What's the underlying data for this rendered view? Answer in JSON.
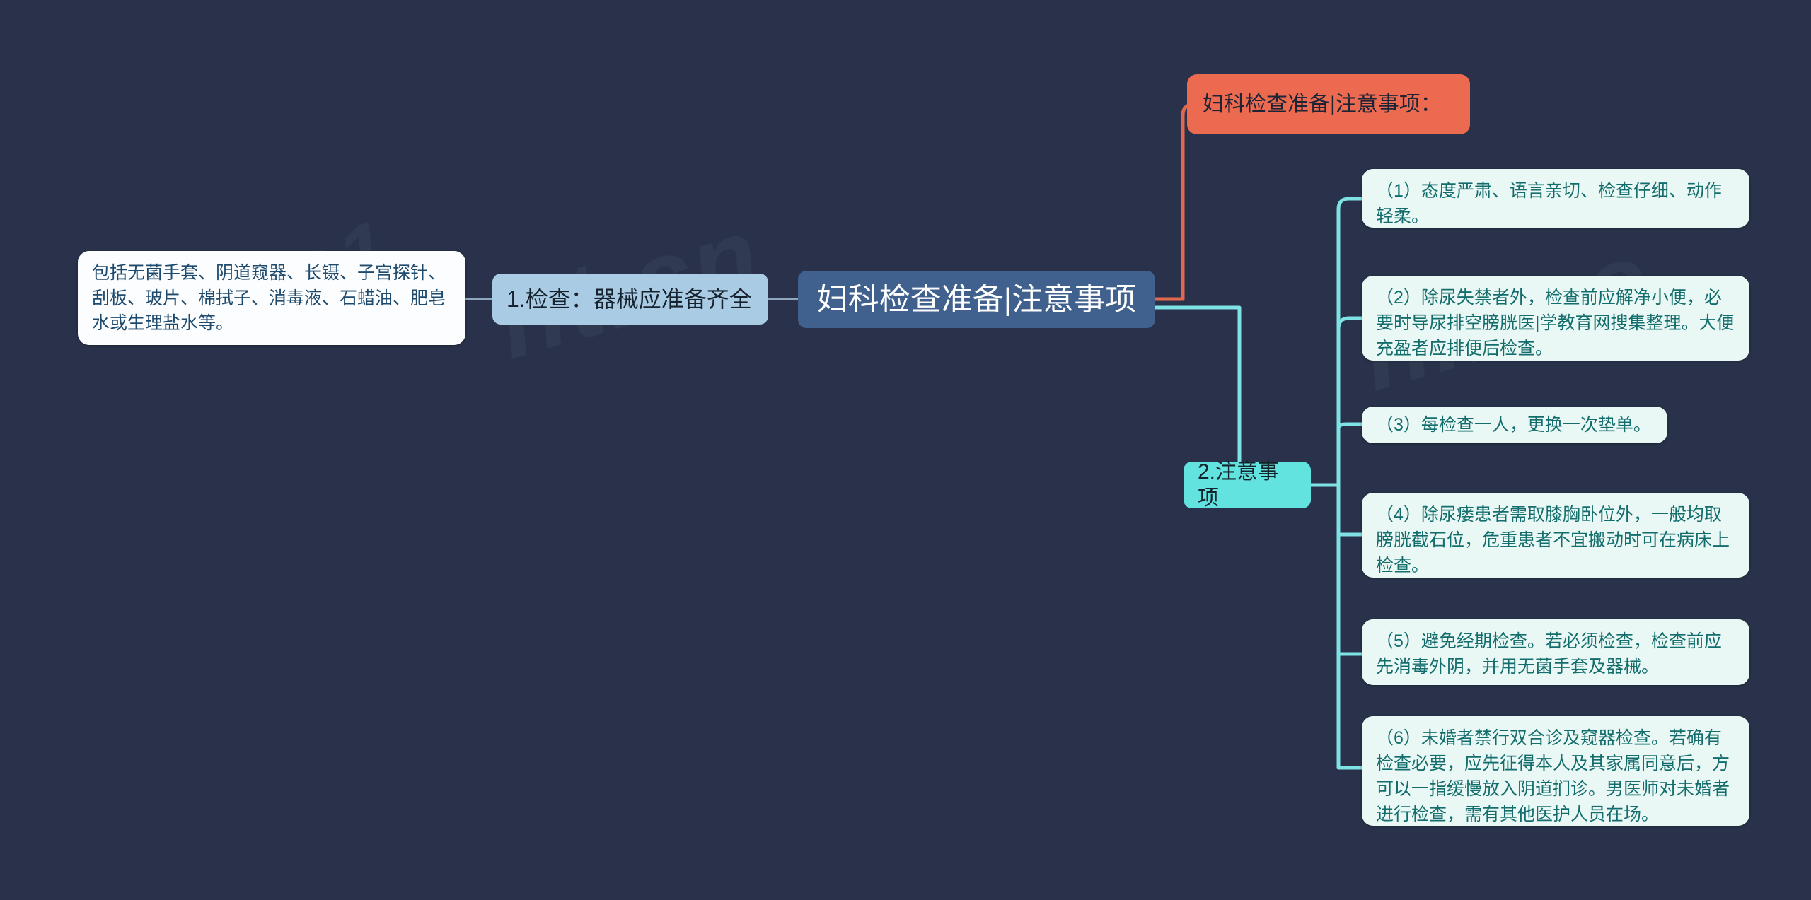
{
  "palette": {
    "background": "#29324a",
    "root_fill": "#40618d",
    "root_text": "#ffffff",
    "callout_fill": "#ec6a4f",
    "callout_text": "#1d2436",
    "branch_blue_fill": "#a9cce4",
    "branch_cyan_fill": "#62e3e0",
    "leaf_blue_fill": "#fbfdff",
    "leaf_blue_text": "#1e4a6d",
    "leaf_mint_fill": "#e9f8f4",
    "leaf_mint_text": "#146d6d",
    "connector_orange": "#e2684d",
    "connector_cyan": "#7fe3e6",
    "connector_blue": "#8fa8bf"
  },
  "root": {
    "label": "妇科检查准备|注意事项"
  },
  "callout": {
    "label": "妇科检查准备|注意事项："
  },
  "branches": {
    "left": {
      "label": "1.检查：器械应准备齐全",
      "detail": "包括无菌手套、阴道窥器、长镊、子宫探针、刮板、玻片、棉拭子、消毒液、石蜡油、肥皂水或生理盐水等。"
    },
    "right": {
      "label": "2.注意事项",
      "items": [
        "（1）态度严肃、语言亲切、检查仔细、动作轻柔。",
        "（2）除尿失禁者外，检查前应解净小便，必要时导尿排空膀胱医|学教育网搜集整理。大便充盈者应排便后检查。",
        "（3）每检查一人，更换一次垫单。",
        "（4）除尿瘘患者需取膝胸卧位外，一般均取膀胱截石位，危重患者不宜搬动时可在病床上检查。",
        "（5）避免经期检查。若必须检查，检查前应先消毒外阴，并用无菌手套及器械。",
        "（6）未婚者禁行双合诊及窥器检查。若确有检查必要，应先征得本人及其家属同意后，方可以一指缓慢放入阴道扪诊。男医师对未婚者进行检查，需有其他医护人员在场。"
      ]
    }
  },
  "watermarks": [
    "ht.cn",
    "t11.c1",
    "hliu.c"
  ]
}
